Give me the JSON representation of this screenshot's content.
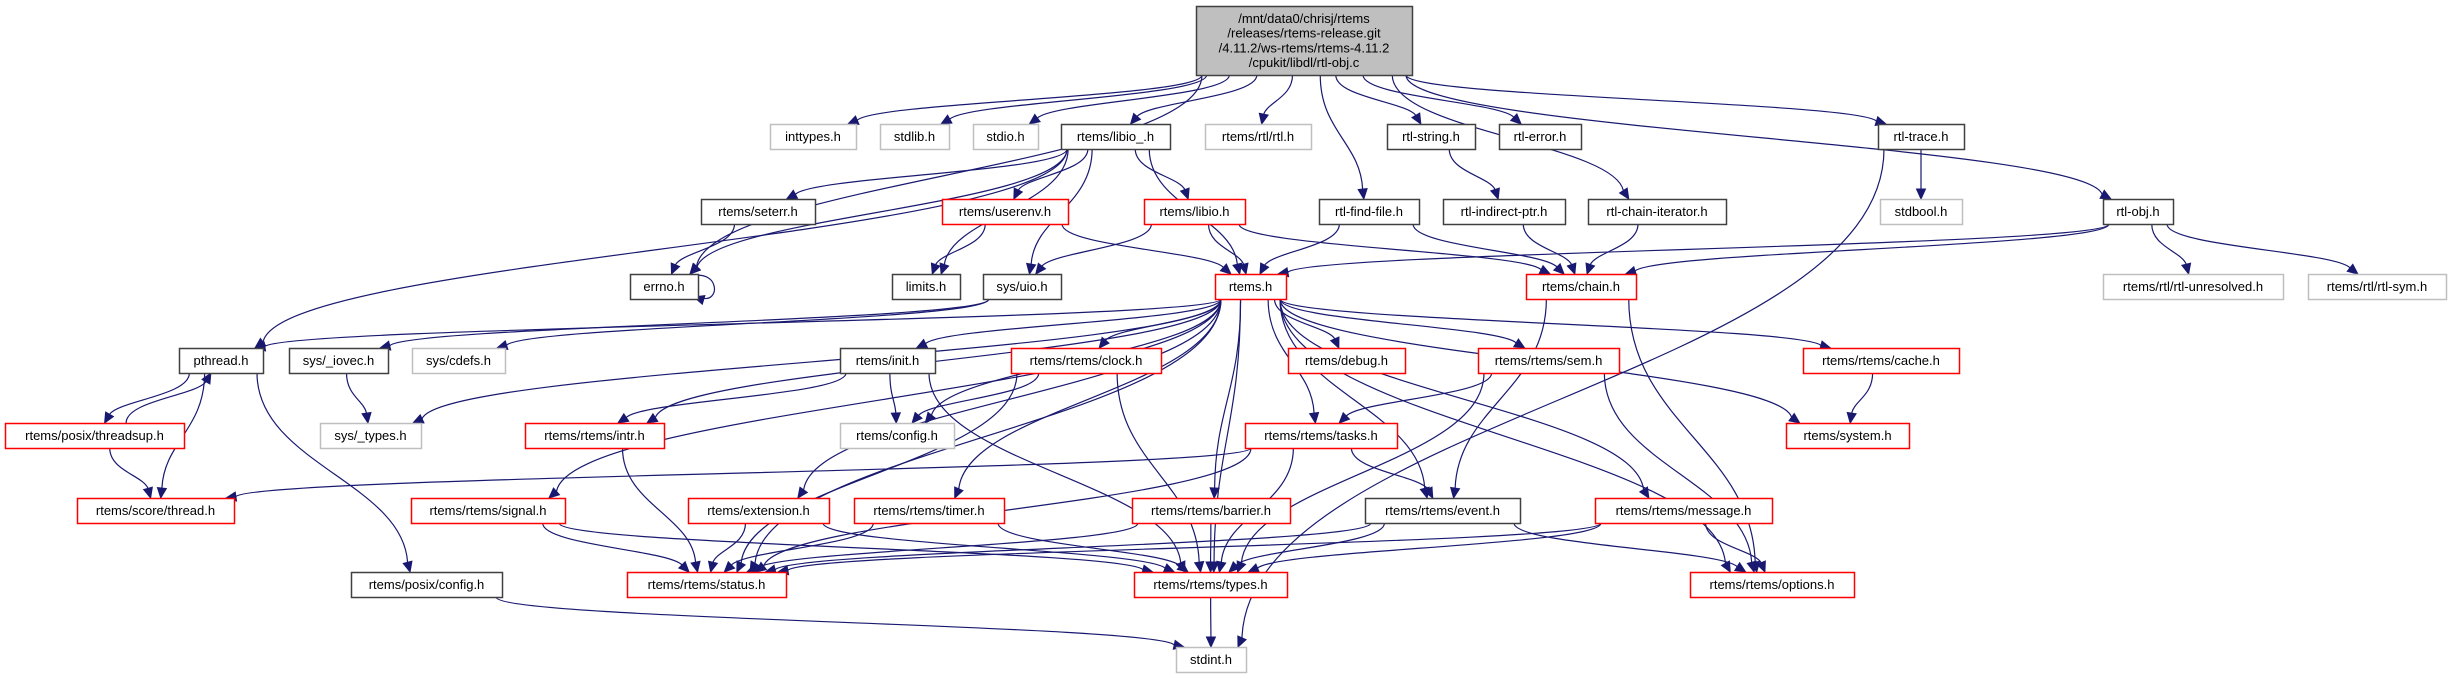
{
  "colors": {
    "edge": "#191970",
    "root_fill": "#bfbfbf",
    "root_border": "#404040",
    "documented_border": "#404040",
    "undocumented_border": "#bfbfbf",
    "truncated_border": "#ff0000"
  },
  "nodes": [
    {
      "id": "root",
      "label": [
        "/mnt/data0/chrisj/rtems",
        "/releases/rtems-release.git",
        "/4.11.2/ws-rtems/rtems-4.11.2",
        "/cpukit/libdl/rtl-obj.c"
      ],
      "kind": "root"
    },
    {
      "id": "inttypes",
      "label": [
        "inttypes.h"
      ],
      "kind": "undocumented"
    },
    {
      "id": "stdlib",
      "label": [
        "stdlib.h"
      ],
      "kind": "undocumented"
    },
    {
      "id": "stdio",
      "label": [
        "stdio.h"
      ],
      "kind": "undocumented"
    },
    {
      "id": "libio_",
      "label": [
        "rtems/libio_.h"
      ],
      "kind": "documented"
    },
    {
      "id": "rtl",
      "label": [
        "rtems/rtl/rtl.h"
      ],
      "kind": "undocumented"
    },
    {
      "id": "rtlstring",
      "label": [
        "rtl-string.h"
      ],
      "kind": "documented"
    },
    {
      "id": "rtlerror",
      "label": [
        "rtl-error.h"
      ],
      "kind": "documented"
    },
    {
      "id": "rtltrace",
      "label": [
        "rtl-trace.h"
      ],
      "kind": "documented"
    },
    {
      "id": "rtlobj",
      "label": [
        "rtl-obj.h"
      ],
      "kind": "documented"
    },
    {
      "id": "seterr",
      "label": [
        "rtems/seterr.h"
      ],
      "kind": "documented"
    },
    {
      "id": "userenv",
      "label": [
        "rtems/userenv.h"
      ],
      "kind": "truncated"
    },
    {
      "id": "libio",
      "label": [
        "rtems/libio.h"
      ],
      "kind": "truncated"
    },
    {
      "id": "findfile",
      "label": [
        "rtl-find-file.h"
      ],
      "kind": "documented"
    },
    {
      "id": "indirect",
      "label": [
        "rtl-indirect-ptr.h"
      ],
      "kind": "documented"
    },
    {
      "id": "chainiter",
      "label": [
        "rtl-chain-iterator.h"
      ],
      "kind": "documented"
    },
    {
      "id": "stdbool",
      "label": [
        "stdbool.h"
      ],
      "kind": "undocumented"
    },
    {
      "id": "errno",
      "label": [
        "errno.h"
      ],
      "kind": "documented"
    },
    {
      "id": "limits",
      "label": [
        "limits.h"
      ],
      "kind": "documented"
    },
    {
      "id": "uio",
      "label": [
        "sys/uio.h"
      ],
      "kind": "documented"
    },
    {
      "id": "rtems",
      "label": [
        "rtems.h"
      ],
      "kind": "truncated"
    },
    {
      "id": "chain",
      "label": [
        "rtems/chain.h"
      ],
      "kind": "truncated"
    },
    {
      "id": "unresolved",
      "label": [
        "rtems/rtl/rtl-unresolved.h"
      ],
      "kind": "undocumented"
    },
    {
      "id": "rtlsym",
      "label": [
        "rtems/rtl/rtl-sym.h"
      ],
      "kind": "undocumented"
    },
    {
      "id": "pthread",
      "label": [
        "pthread.h"
      ],
      "kind": "documented"
    },
    {
      "id": "iovec",
      "label": [
        "sys/_iovec.h"
      ],
      "kind": "documented"
    },
    {
      "id": "cdefs",
      "label": [
        "sys/cdefs.h"
      ],
      "kind": "undocumented"
    },
    {
      "id": "init",
      "label": [
        "rtems/init.h"
      ],
      "kind": "documented"
    },
    {
      "id": "clock",
      "label": [
        "rtems/rtems/clock.h"
      ],
      "kind": "truncated"
    },
    {
      "id": "debug",
      "label": [
        "rtems/debug.h"
      ],
      "kind": "truncated"
    },
    {
      "id": "sem",
      "label": [
        "rtems/rtems/sem.h"
      ],
      "kind": "truncated"
    },
    {
      "id": "cache",
      "label": [
        "rtems/rtems/cache.h"
      ],
      "kind": "truncated"
    },
    {
      "id": "threadsup",
      "label": [
        "rtems/posix/threadsup.h"
      ],
      "kind": "truncated"
    },
    {
      "id": "systypes",
      "label": [
        "sys/_types.h"
      ],
      "kind": "undocumented"
    },
    {
      "id": "intr",
      "label": [
        "rtems/rtems/intr.h"
      ],
      "kind": "truncated"
    },
    {
      "id": "config",
      "label": [
        "rtems/config.h"
      ],
      "kind": "undocumented"
    },
    {
      "id": "tasks",
      "label": [
        "rtems/rtems/tasks.h"
      ],
      "kind": "truncated"
    },
    {
      "id": "system",
      "label": [
        "rtems/system.h"
      ],
      "kind": "truncated"
    },
    {
      "id": "thread",
      "label": [
        "rtems/score/thread.h"
      ],
      "kind": "truncated"
    },
    {
      "id": "signal",
      "label": [
        "rtems/rtems/signal.h"
      ],
      "kind": "truncated"
    },
    {
      "id": "extension",
      "label": [
        "rtems/extension.h"
      ],
      "kind": "truncated"
    },
    {
      "id": "timer",
      "label": [
        "rtems/rtems/timer.h"
      ],
      "kind": "truncated"
    },
    {
      "id": "barrier",
      "label": [
        "rtems/rtems/barrier.h"
      ],
      "kind": "truncated"
    },
    {
      "id": "event",
      "label": [
        "rtems/rtems/event.h"
      ],
      "kind": "documented"
    },
    {
      "id": "message",
      "label": [
        "rtems/rtems/message.h"
      ],
      "kind": "truncated"
    },
    {
      "id": "posixconfig",
      "label": [
        "rtems/posix/config.h"
      ],
      "kind": "documented"
    },
    {
      "id": "status",
      "label": [
        "rtems/rtems/status.h"
      ],
      "kind": "truncated"
    },
    {
      "id": "types",
      "label": [
        "rtems/rtems/types.h"
      ],
      "kind": "truncated"
    },
    {
      "id": "options",
      "label": [
        "rtems/rtems/options.h"
      ],
      "kind": "truncated"
    },
    {
      "id": "stdint",
      "label": [
        "stdint.h"
      ],
      "kind": "undocumented"
    }
  ],
  "edges": [
    [
      "root",
      "errno"
    ],
    [
      "root",
      "inttypes"
    ],
    [
      "root",
      "stdlib"
    ],
    [
      "root",
      "stdio"
    ],
    [
      "root",
      "libio_"
    ],
    [
      "root",
      "rtl"
    ],
    [
      "root",
      "findfile"
    ],
    [
      "root",
      "rtlstring"
    ],
    [
      "root",
      "rtlerror"
    ],
    [
      "root",
      "chainiter"
    ],
    [
      "root",
      "rtltrace"
    ],
    [
      "root",
      "rtlobj"
    ],
    [
      "libio_",
      "errno"
    ],
    [
      "libio_",
      "seterr"
    ],
    [
      "libio_",
      "pthread"
    ],
    [
      "libio_",
      "limits"
    ],
    [
      "libio_",
      "uio"
    ],
    [
      "libio_",
      "userenv"
    ],
    [
      "libio_",
      "libio"
    ],
    [
      "libio_",
      "rtems"
    ],
    [
      "seterr",
      "errno"
    ],
    [
      "errno",
      "errno"
    ],
    [
      "userenv",
      "limits"
    ],
    [
      "userenv",
      "rtems"
    ],
    [
      "libio",
      "uio"
    ],
    [
      "libio",
      "rtems"
    ],
    [
      "libio",
      "chain"
    ],
    [
      "findfile",
      "rtems"
    ],
    [
      "findfile",
      "chain"
    ],
    [
      "rtlstring",
      "indirect"
    ],
    [
      "indirect",
      "chain"
    ],
    [
      "chainiter",
      "chain"
    ],
    [
      "rtltrace",
      "stdbool"
    ],
    [
      "rtltrace",
      "stdint"
    ],
    [
      "rtlobj",
      "rtems"
    ],
    [
      "rtlobj",
      "chain"
    ],
    [
      "rtlobj",
      "unresolved"
    ],
    [
      "rtlobj",
      "rtlsym"
    ],
    [
      "uio",
      "iovec"
    ],
    [
      "uio",
      "cdefs"
    ],
    [
      "iovec",
      "systypes"
    ],
    [
      "chain",
      "event"
    ],
    [
      "chain",
      "options"
    ],
    [
      "rtems",
      "pthread"
    ],
    [
      "rtems",
      "systypes"
    ],
    [
      "rtems",
      "init"
    ],
    [
      "rtems",
      "clock"
    ],
    [
      "rtems",
      "debug"
    ],
    [
      "rtems",
      "sem"
    ],
    [
      "rtems",
      "cache"
    ],
    [
      "rtems",
      "system"
    ],
    [
      "rtems",
      "tasks"
    ],
    [
      "rtems",
      "intr"
    ],
    [
      "rtems",
      "config"
    ],
    [
      "rtems",
      "signal"
    ],
    [
      "rtems",
      "extension"
    ],
    [
      "rtems",
      "timer"
    ],
    [
      "rtems",
      "barrier"
    ],
    [
      "rtems",
      "event"
    ],
    [
      "rtems",
      "message"
    ],
    [
      "rtems",
      "status"
    ],
    [
      "rtems",
      "types"
    ],
    [
      "rtems",
      "options"
    ],
    [
      "init",
      "config"
    ],
    [
      "init",
      "intr"
    ],
    [
      "init",
      "types"
    ],
    [
      "clock",
      "config"
    ],
    [
      "clock",
      "status"
    ],
    [
      "clock",
      "types"
    ],
    [
      "sem",
      "tasks"
    ],
    [
      "sem",
      "types"
    ],
    [
      "sem",
      "options"
    ],
    [
      "cache",
      "system"
    ],
    [
      "tasks",
      "thread"
    ],
    [
      "tasks",
      "status"
    ],
    [
      "tasks",
      "event"
    ],
    [
      "tasks",
      "types"
    ],
    [
      "pthread",
      "threadsup"
    ],
    [
      "pthread",
      "thread"
    ],
    [
      "pthread",
      "posixconfig"
    ],
    [
      "threadsup",
      "pthread"
    ],
    [
      "threadsup",
      "thread"
    ],
    [
      "intr",
      "status"
    ],
    [
      "signal",
      "status"
    ],
    [
      "signal",
      "types"
    ],
    [
      "extension",
      "status"
    ],
    [
      "extension",
      "types"
    ],
    [
      "timer",
      "status"
    ],
    [
      "timer",
      "types"
    ],
    [
      "barrier",
      "status"
    ],
    [
      "barrier",
      "types"
    ],
    [
      "event",
      "status"
    ],
    [
      "event",
      "types"
    ],
    [
      "event",
      "options"
    ],
    [
      "message",
      "status"
    ],
    [
      "message",
      "types"
    ],
    [
      "message",
      "options"
    ],
    [
      "types",
      "stdint"
    ],
    [
      "posixconfig",
      "stdint"
    ]
  ]
}
